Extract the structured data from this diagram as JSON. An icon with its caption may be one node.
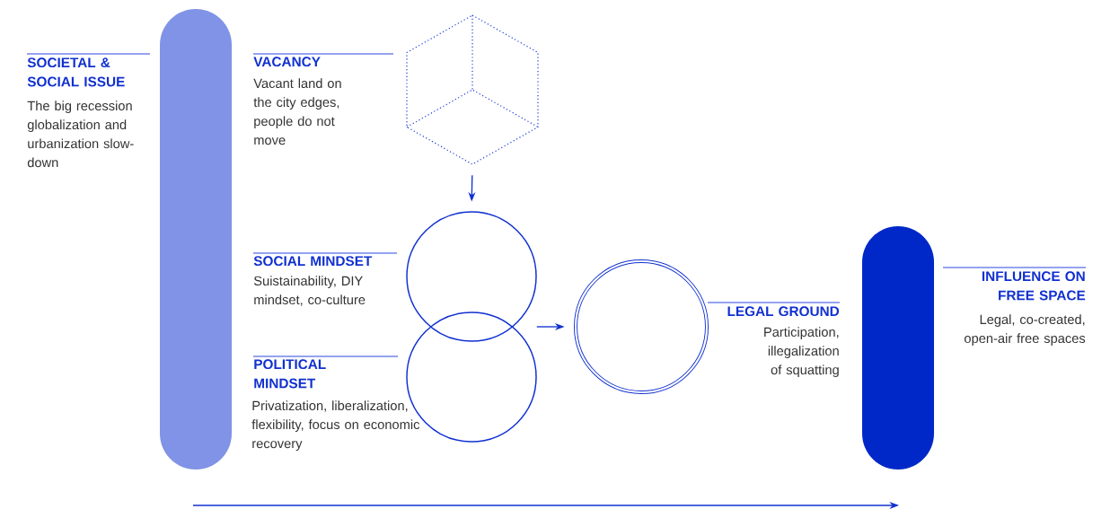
{
  "diagram": {
    "nodes": [
      {
        "text": [],
        "shape": "bar",
        "beside": [
          "SOCIETAL & SOCIAL ISSUE",
          "The big recession globalization and urbanization slow-down"
        ]
      },
      {
        "text": [],
        "shape": "cube",
        "beside": [
          "VACANCY",
          "Vacant land on the city edges, people do not move"
        ]
      },
      {
        "text": [],
        "shape": "circle",
        "beside": [
          "SOCIAL MINDSET",
          "Suistainability, DIY mindset, co-culture"
        ]
      },
      {
        "text": [],
        "shape": "circle",
        "beside": [
          "POLITICAL MINDSET",
          "Privatization, liberalization, flexibility, focus on economic recovery"
        ]
      },
      {
        "text": [],
        "shape": "circle",
        "beside": [
          "LEGAL GROUND",
          "Participation, illegalization of squatting"
        ]
      },
      {
        "text": [],
        "shape": "bar",
        "beside": [
          "INFLUENCE ON FREE SPACE",
          "Legal, co-created, open-air free spaces"
        ]
      }
    ],
    "edges": [
      {
        "from": 1,
        "to": 2,
        "arrow": "to"
      },
      {
        "from": 2,
        "to": 4,
        "arrow": "to"
      },
      {
        "from": 3,
        "to": 4,
        "arrow": "to"
      }
    ]
  }
}
